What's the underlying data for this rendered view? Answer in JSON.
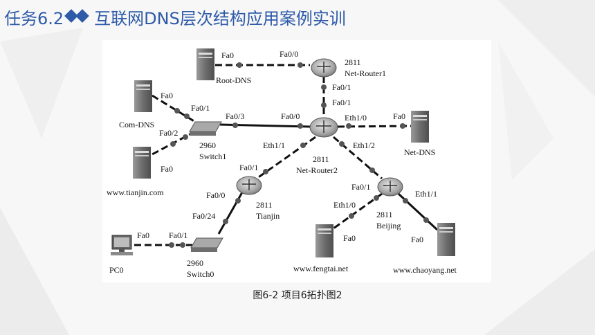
{
  "header": {
    "prefix": "任务6.2",
    "title": "互联网DNS层次结构应用案例实训",
    "accent_color": "#2e5aa8"
  },
  "figure": {
    "caption": "图6-2 项目6拓扑图2",
    "devices": {
      "root_dns": "Root-DNS",
      "net_router1_model": "2811",
      "net_router1": "Net-Router1",
      "com_dns": "Com-DNS",
      "switch1_model": "2960",
      "switch1": "Switch1",
      "net_router2_model": "2811",
      "net_router2": "Net-Router2",
      "net_dns": "Net-DNS",
      "tianjin_model": "2811",
      "tianjin": "Tianjin",
      "www_tianjin": "www.tianjin.com",
      "beijing_model": "2811",
      "beijing": "Beijing",
      "pc0": "PC0",
      "switch0_model": "2960",
      "switch0": "Switch0",
      "www_fengtai": "www.fengtai.net",
      "www_chaoyang": "www.chaoyang.net"
    },
    "ports": {
      "rootdns_fa0": "Fa0",
      "r1_fa00": "Fa0/0",
      "r1_fa01": "Fa0/1",
      "r2_fa01": "Fa0/1",
      "comdns_fa0": "Fa0",
      "sw1_fa01": "Fa0/1",
      "sw1_fa03": "Fa0/3",
      "r2_fa00": "Fa0/0",
      "r2_eth10": "Eth1/0",
      "netdns_fa0": "Fa0",
      "sw1_fa02": "Fa0/2",
      "tjweb_fa0": "Fa0",
      "r2_eth11": "Eth1/1",
      "r2_eth12": "Eth1/2",
      "tj_fa01": "Fa0/1",
      "tj_fa00": "Fa0/0",
      "bj_fa01": "Fa0/1",
      "bj_eth11": "Eth1/1",
      "bj_eth10": "Eth1/0",
      "sw0_fa024": "Fa0/24",
      "fengtai_fa0": "Fa0",
      "chaoyang_fa0": "Fa0",
      "pc0_fa0": "Fa0",
      "sw0_fa01": "Fa0/1"
    }
  }
}
